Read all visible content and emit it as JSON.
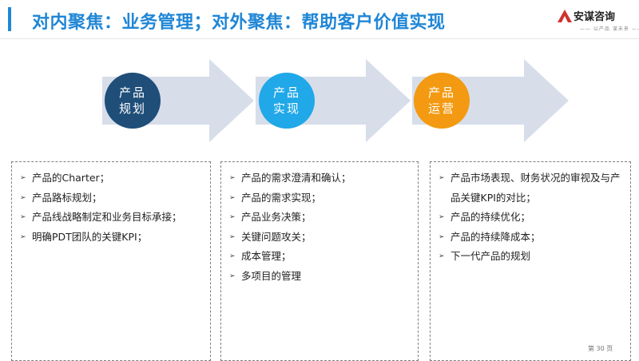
{
  "header": {
    "title": "对内聚焦：业务管理；对外聚焦：帮助客户价值实现",
    "logo_name": "安谋咨询",
    "logo_slogan": "—— 以产品 谋未来 ——"
  },
  "colors": {
    "title_blue": "#1f86d6",
    "arrow_fill": "#d7deea",
    "stage1_circle": "#1f4e79",
    "stage2_circle": "#20a8e8",
    "stage3_circle": "#f39a12",
    "logo_red": "#d0312d"
  },
  "stages": [
    {
      "label_line1": "产品",
      "label_line2": "规划",
      "items": [
        "产品的Charter；",
        "产品路标规划；",
        "产品线战略制定和业务目标承接；",
        "明确PDT团队的关键KPI；"
      ]
    },
    {
      "label_line1": "产品",
      "label_line2": "实现",
      "items": [
        "产品的需求澄清和确认；",
        "产品的需求实现；",
        "产品业务决策；",
        "关键问题攻关；",
        "成本管理；",
        "多项目的管理"
      ]
    },
    {
      "label_line1": "产品",
      "label_line2": "运营",
      "items": [
        "产品市场表现、财务状况的审视及与产品关键KPI的对比；",
        "产品的持续优化；",
        "产品的持续降成本；",
        "下一代产品的规划"
      ]
    }
  ],
  "footer": {
    "page_number": "第 30 页"
  }
}
